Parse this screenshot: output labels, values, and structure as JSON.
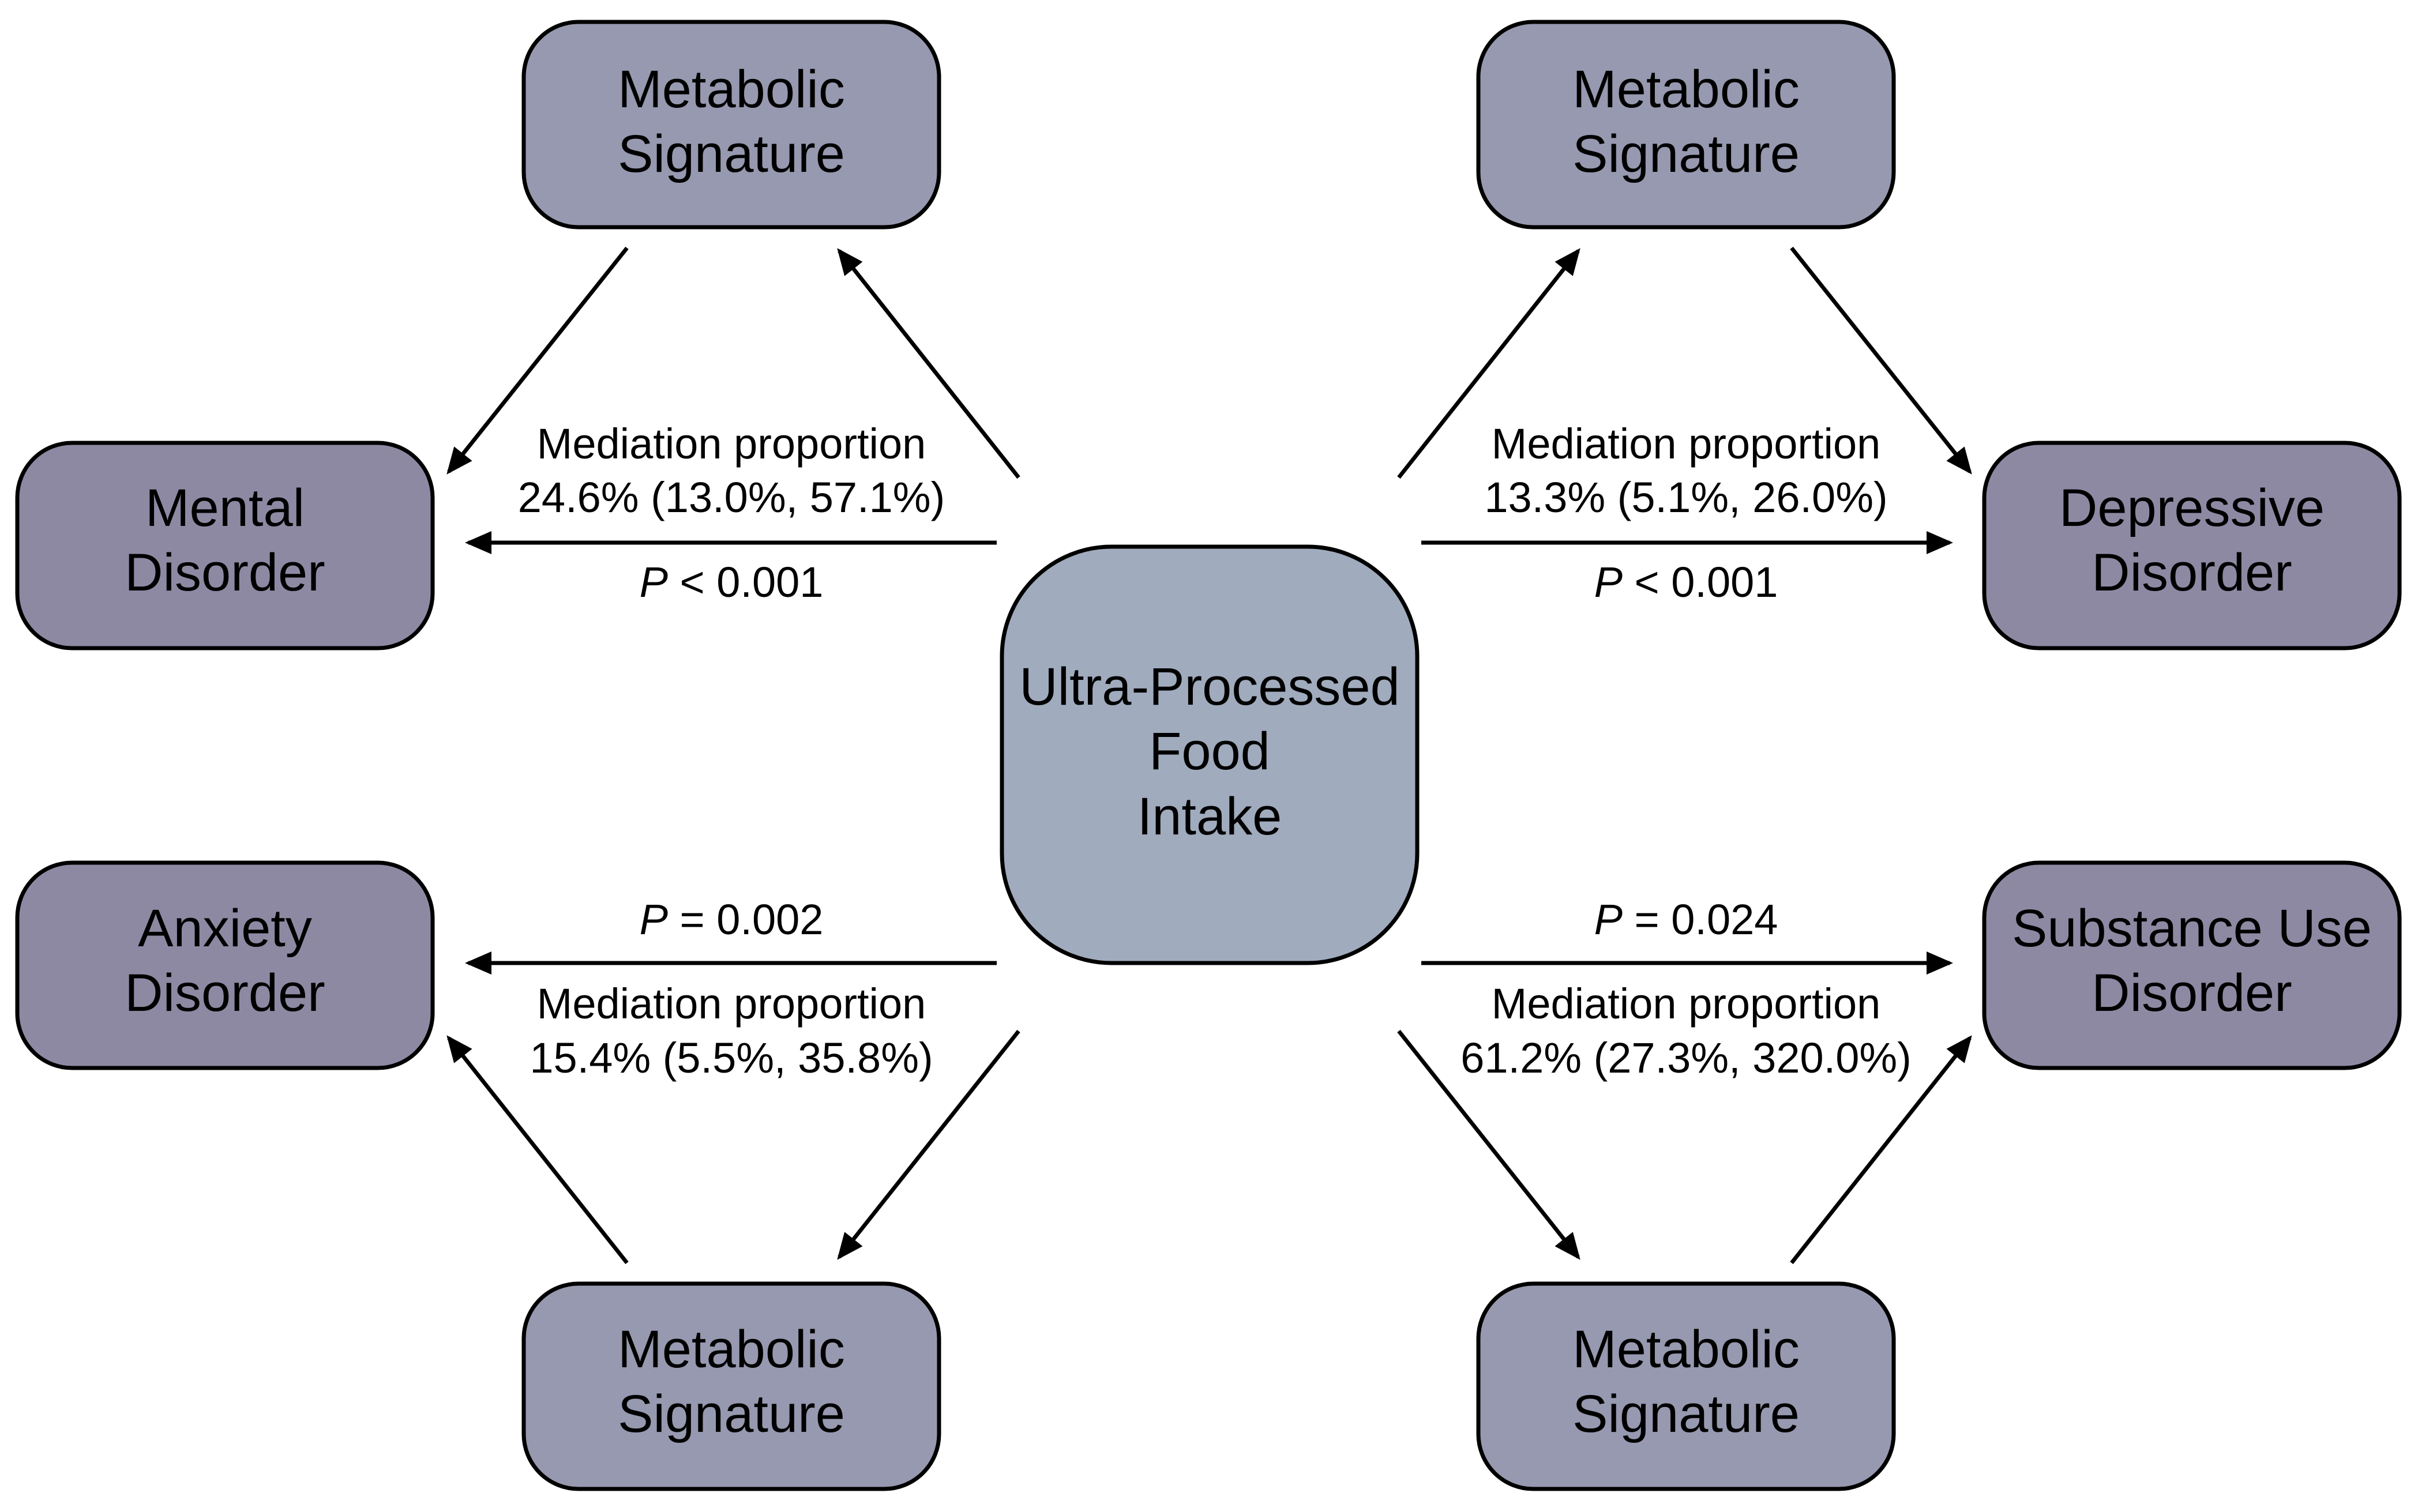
{
  "colors": {
    "center_fill": "#A0ABBD",
    "metabolic_fill": "#9699AF",
    "disorder_fill": "#8E89A3",
    "line": "#000000",
    "background": "#FFFFFF"
  },
  "center": {
    "lines": [
      "Ultra-Processed",
      "Food",
      "Intake"
    ]
  },
  "panels": [
    {
      "id": "top-left",
      "metabolic_lines": [
        "Metabolic",
        "Signature"
      ],
      "outcome_lines": [
        "Mental",
        "Disorder"
      ],
      "mediation_label": "Mediation proportion",
      "mediation_value": "24.6% (13.0%, 57.1%)",
      "p_symbol": "P",
      "p_rest": " < 0.001"
    },
    {
      "id": "top-right",
      "metabolic_lines": [
        "Metabolic",
        "Signature"
      ],
      "outcome_lines": [
        "Depressive",
        "Disorder"
      ],
      "mediation_label": "Mediation proportion",
      "mediation_value": "13.3% (5.1%, 26.0%)",
      "p_symbol": "P",
      "p_rest": " < 0.001"
    },
    {
      "id": "bottom-left",
      "metabolic_lines": [
        "Metabolic",
        "Signature"
      ],
      "outcome_lines": [
        "Anxiety",
        "Disorder"
      ],
      "mediation_label": "Mediation proportion",
      "mediation_value": "15.4% (5.5%, 35.8%)",
      "p_symbol": "P",
      "p_rest": " = 0.002"
    },
    {
      "id": "bottom-right",
      "metabolic_lines": [
        "Metabolic",
        "Signature"
      ],
      "outcome_lines": [
        "Substance Use",
        "Disorder"
      ],
      "mediation_label": "Mediation proportion",
      "mediation_value": "61.2% (27.3%, 320.0%)",
      "p_symbol": "P",
      "p_rest": " = 0.024"
    }
  ]
}
